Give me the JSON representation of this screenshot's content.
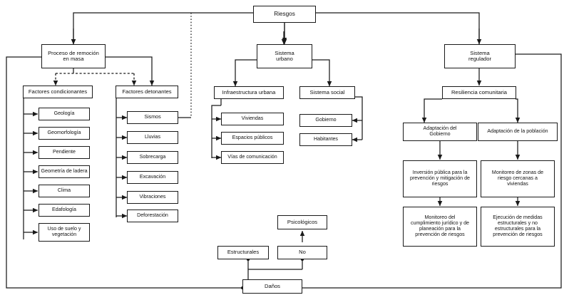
{
  "diagram": {
    "title": "Riesgos",
    "type": "flow-diagram",
    "nodes": {
      "root": "Riesgos",
      "branch_left": "Proceso de remoción\nen masa",
      "branch_center": "Sistema\nurbano",
      "branch_right": "Sistema\nregulador",
      "factores_condicionantes": "Factores condicionantes",
      "factores_detonantes": "Factores detonantes",
      "infraestructura_urbana": "Infraestructura urbana",
      "sistema_social": "Sistema social",
      "resiliencia": "Resiliencia comunitaria",
      "adaptacion_gobierno": "Adaptación del\nGobierno",
      "adaptacion_poblacion": "Adaptación de la población",
      "inversion_publica": "Inversión pública para la\nprevención y mitigación de\nriesgos",
      "monitoreo_zonas": "Monitoreo de zonas de\nriesgo cercanas  a\nviviendas",
      "monitoreo_cumplimiento": "Monitoreo del\ncumplimiento jurídico y de\nplaneación para la\nprevención de riesgos",
      "ejecucion_medidas": "Ejecución de medidas\nestructurales y no\nestructurales para la\nprevención de riesgos",
      "danos": "Daños",
      "estructurales": "Estructurales",
      "no": "No",
      "psicologicos": "Psicológicos"
    },
    "condicionantes_items": [
      "Geología",
      "Geomorfología",
      "Pendiente",
      "Geometría de ladera",
      "Clima",
      "Edafología",
      "Uso de suelo y\nvegetación"
    ],
    "detonantes_items": [
      "Sismos",
      "Lluvias",
      "Sobrecarga",
      "Excavación",
      "Vibraciones",
      "Deforestación"
    ],
    "infraestructura_items": [
      "Viviendas",
      "Espacios públicos",
      "Vías de comunicación"
    ],
    "social_items": [
      "Gobierno",
      "Habitantes"
    ],
    "colors": {
      "line": "#1a1a1a",
      "text": "#111111",
      "background": "#ffffff"
    }
  }
}
